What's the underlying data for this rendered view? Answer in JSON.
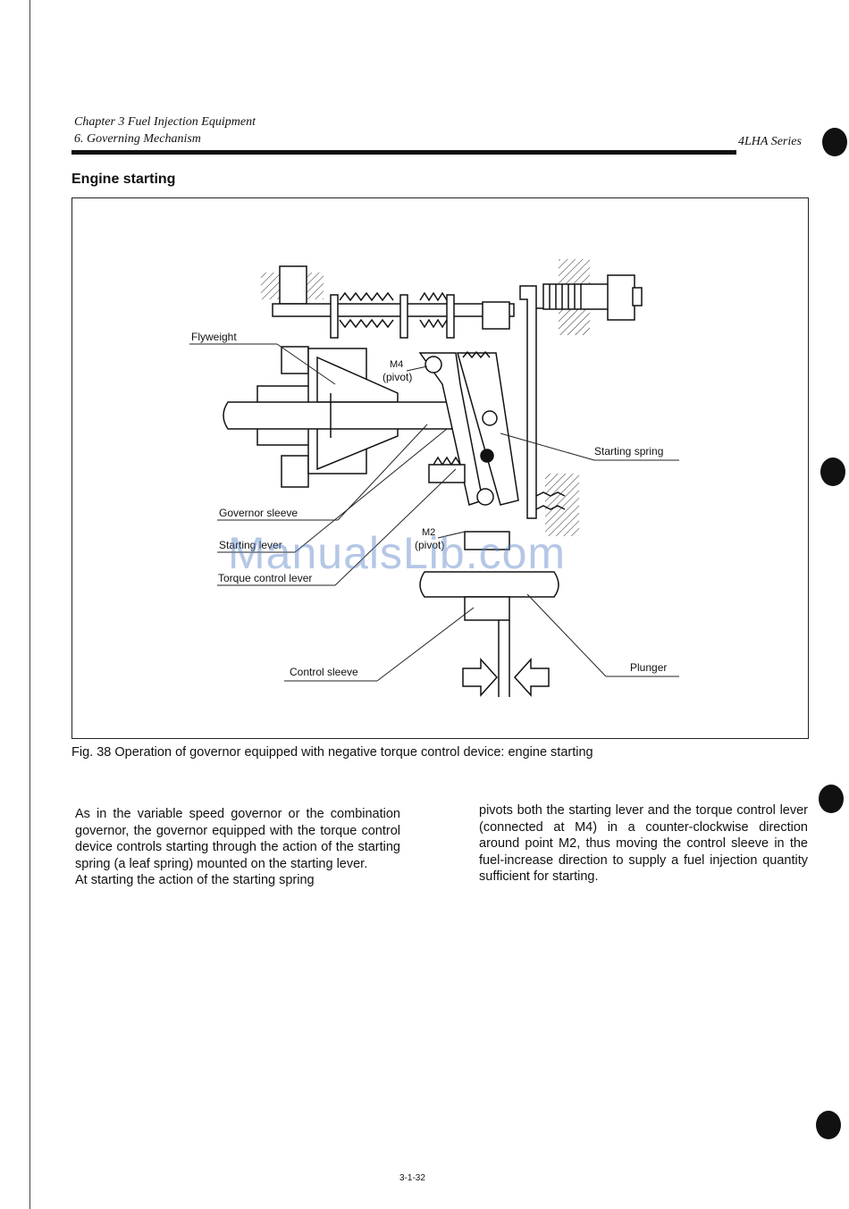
{
  "header": {
    "chapter_line1": "Chapter 3 Fuel Injection Equipment",
    "chapter_line2": "6. Governing Mechanism",
    "series": "4LHA Series"
  },
  "section_title": "Engine starting",
  "figure": {
    "labels": {
      "flyweight": "Flyweight",
      "m4": "M4",
      "pivot": "(pivot)",
      "starting_spring": "Starting spring",
      "governor_sleeve": "Governor sleeve",
      "starting_lever": "Starting lever",
      "m2": "M2",
      "m2_pivot": "(pivot)",
      "torque_control_lever": "Torque control lever",
      "control_sleeve": "Control sleeve",
      "plunger": "Plunger"
    },
    "caption": "Fig. 38 Operation of governor equipped with negative torque control device: engine starting"
  },
  "body": {
    "left_column": [
      "As in the variable speed governor or the combination governor, the governor equipped with the torque control device controls starting through the action of the starting spring (a leaf spring) mounted on the starting lever.",
      "At starting the action of the starting spring"
    ],
    "right_column": "pivots both the starting lever and the torque control lever (connected at M4) in a counter-clockwise direction around point M2, thus moving the control sleeve in the fuel-increase direction to supply a fuel injection quantity sufficient for starting."
  },
  "watermark": "ManualsLib.com",
  "footer": {
    "page_number": "3-1-32"
  }
}
